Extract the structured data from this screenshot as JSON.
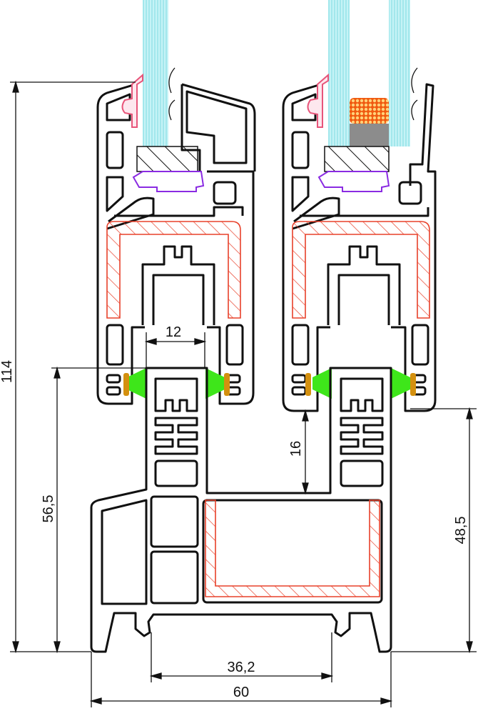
{
  "title": "Sliding window profile cross-section",
  "dimensions": {
    "overall_height": "114",
    "frame_height_left": "56,5",
    "rail_width": "12",
    "overlap": "16",
    "frame_height_right": "48,5",
    "inner_width": "36,2",
    "overall_width": "60"
  },
  "colors": {
    "glass": "#9ee8ee",
    "gasket_pink": "#e8557a",
    "glazing_bead_purple": "#8a2be2",
    "reinforcement": "#e8402a",
    "brush_seal": "#3ee61a",
    "seal_core": "#d4900f",
    "desiccant": "#f05a10",
    "spacer": "#8c8c8c"
  }
}
